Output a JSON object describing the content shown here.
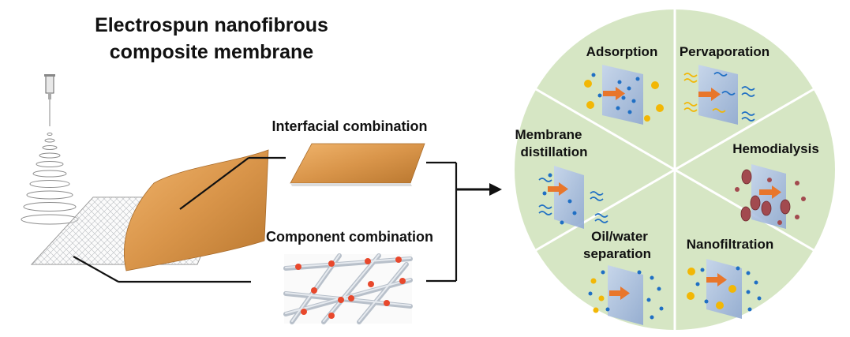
{
  "title": {
    "line1": "Electrospun nanofibrous",
    "line2": "composite membrane"
  },
  "combinations": {
    "interfacial": "Interfacial combination",
    "component": "Component combination"
  },
  "applications": {
    "adsorption": "Adsorption",
    "pervaporation": "Pervaporation",
    "membrane_distillation_1": "Membrane",
    "membrane_distillation_2": "distillation",
    "hemodialysis": "Hemodialysis",
    "oil_water_1": "Oil/water",
    "oil_water_2": "separation",
    "nanofiltration": "Nanofiltration"
  },
  "colors": {
    "circle_fill": "#d6e6c4",
    "divider": "#ffffff",
    "membrane_orange": "#d9954a",
    "panel_blue": "#a9bfe0",
    "arrow_orange": "#e8762b",
    "dot_blue": "#1f6fc4",
    "dot_yellow": "#f2b705",
    "dot_red": "#e8482c",
    "cell_red": "#a24a4f",
    "fiber_gray": "#c4cbd4"
  }
}
